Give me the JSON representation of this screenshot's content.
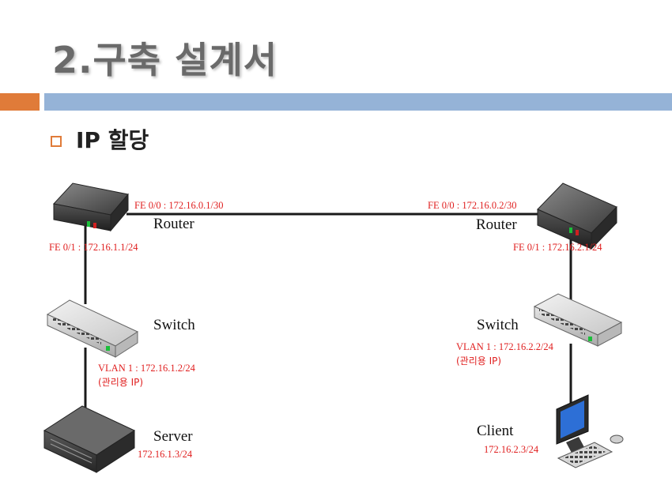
{
  "slide": {
    "title": "2.구축 설계서",
    "bullet": "IP 할당"
  },
  "colors": {
    "accent_orange": "#e07b39",
    "accent_blue": "#95b3d7",
    "ip_text": "#e02020"
  },
  "diagram": {
    "router_left": {
      "label": "Router",
      "fe00": "FE 0/0 : 172.16.0.1/30",
      "fe01": "FE 0/1 : 172.16.1.1/24"
    },
    "router_right": {
      "label": "Router",
      "fe00": "FE 0/0 : 172.16.0.2/30",
      "fe01": "FE 0/1 : 172.16.2.1/24"
    },
    "switch_left": {
      "label": "Switch",
      "vlan": "VLAN 1 : 172.16.1.2/24",
      "mgmt": "(관리용 IP)"
    },
    "switch_right": {
      "label": "Switch",
      "vlan": "VLAN 1 : 172.16.2.2/24",
      "mgmt": "(관리용 IP)"
    },
    "server": {
      "label": "Server",
      "ip": "172.16.1.3/24"
    },
    "client": {
      "label": "Client",
      "ip": "172.16.2.3/24"
    }
  }
}
